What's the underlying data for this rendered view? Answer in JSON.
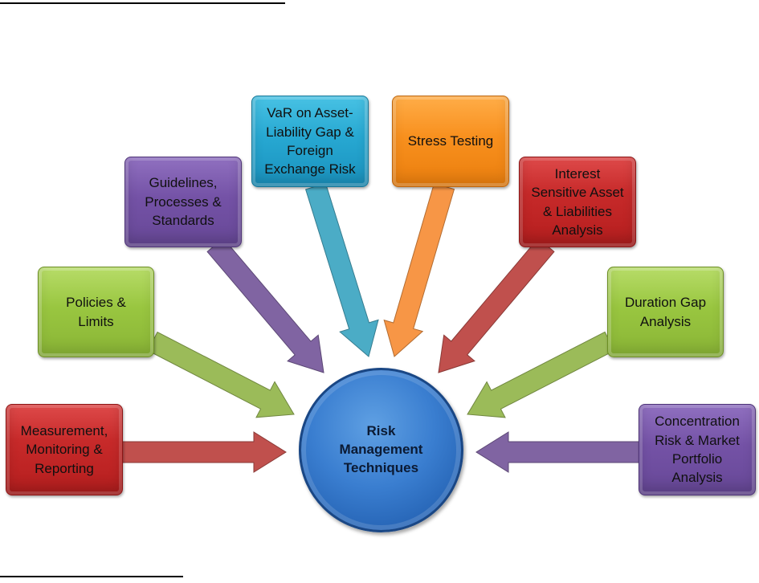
{
  "diagram": {
    "center": {
      "lines": [
        "Risk",
        "Management",
        "Techniques"
      ],
      "color": "#3a7ed0"
    },
    "nodes": [
      {
        "id": "measurement",
        "lines": [
          "Measurement,",
          "Monitoring &",
          "Reporting"
        ],
        "color": "#c0504d"
      },
      {
        "id": "policies",
        "lines": [
          "Policies &",
          "Limits"
        ],
        "color": "#9bbb59"
      },
      {
        "id": "guidelines",
        "lines": [
          "Guidelines,",
          "Processes &",
          "Standards"
        ],
        "color": "#8064a2"
      },
      {
        "id": "var",
        "lines": [
          "VaR on Asset-",
          "Liability Gap &",
          "Foreign",
          "Exchange Risk"
        ],
        "color": "#4bacc6"
      },
      {
        "id": "stress",
        "lines": [
          "Stress Testing"
        ],
        "color": "#f79646"
      },
      {
        "id": "interest",
        "lines": [
          "Interest",
          "Sensitive Asset",
          "& Liabilities",
          "Analysis"
        ],
        "color": "#c0504d"
      },
      {
        "id": "duration",
        "lines": [
          "Duration Gap",
          "Analysis"
        ],
        "color": "#9bbb59"
      },
      {
        "id": "concentration",
        "lines": [
          "Concentration",
          "Risk & Market",
          "Portfolio",
          "Analysis"
        ],
        "color": "#8064a2"
      }
    ]
  }
}
